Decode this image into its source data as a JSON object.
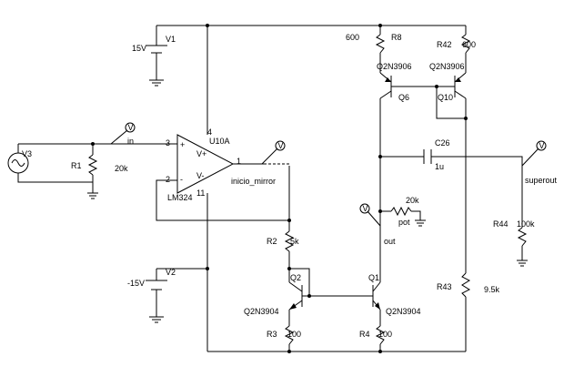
{
  "labels": {
    "v1_name": "V1",
    "v1_value": "15V",
    "v2_name": "V2",
    "v2_value": "-15V",
    "v3_name": "V3",
    "r1_name": "R1",
    "r1_value": "20k",
    "net_in": "in",
    "opamp_model": "LM324",
    "opamp_part": "U10A",
    "pin3": "3",
    "pin2": "2",
    "pin4": "4",
    "pin11": "11",
    "pin1": "1",
    "vplus": "V+",
    "vminus": "V-",
    "plus_sign": "+",
    "minus_sign": "-",
    "net_inicio": "inicio_mirror",
    "r2_name": "R2",
    "r2_value": "5k",
    "q2_name": "Q2",
    "q2_model": "Q2N3904",
    "q1_name": "Q1",
    "q1_model": "Q2N3904",
    "r3_name": "R3",
    "r3_value": "100",
    "r4_name": "R4",
    "r4_value": "100",
    "r8_name": "R8",
    "r8_value": "600",
    "r42_name": "R42",
    "r42_value": "600",
    "q6_name": "Q6",
    "q6_model": "Q2N3906",
    "q10_name": "Q10",
    "q10_model": "Q2N3906",
    "c26_name": "C26",
    "c26_value": "1u",
    "pot_name": "pot",
    "pot_value": "20k",
    "net_out": "out",
    "net_superout": "superout",
    "r44_name": "R44",
    "r44_value": "100k",
    "r43_name": "R43",
    "r43_value": "9.5k",
    "probe_letter": "V"
  }
}
